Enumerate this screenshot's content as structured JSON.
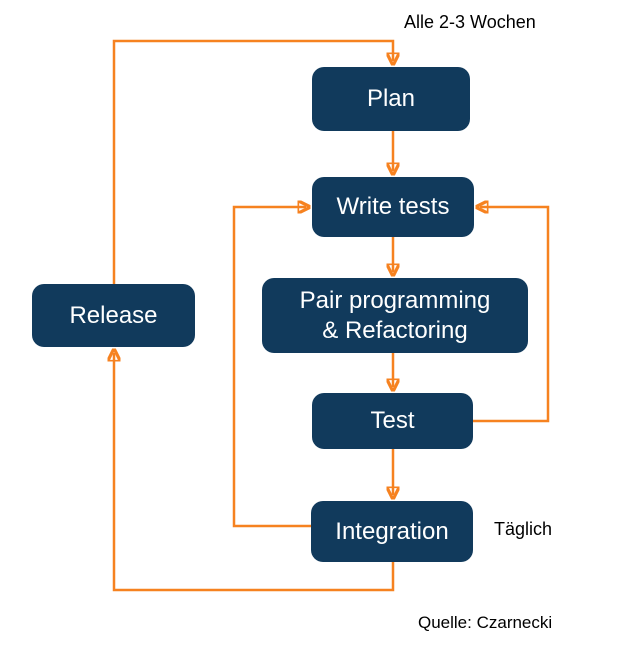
{
  "nodes": {
    "plan": {
      "label": "Plan"
    },
    "write_tests": {
      "label": "Write tests"
    },
    "pair": {
      "lines": [
        "Pair programming",
        "& Refactoring"
      ]
    },
    "test": {
      "label": "Test"
    },
    "integration": {
      "label": "Integration"
    },
    "release": {
      "label": "Release"
    }
  },
  "annotations": {
    "cycle": "Alle 2-3 Wochen",
    "daily": "Täglich",
    "source": "Quelle: Czarnecki"
  },
  "colors": {
    "node_fill": "#113A5C",
    "node_text": "#FFFFFF",
    "arrow": "#F68220",
    "background": "#FFFFFF",
    "annotation_text": "#000000"
  }
}
